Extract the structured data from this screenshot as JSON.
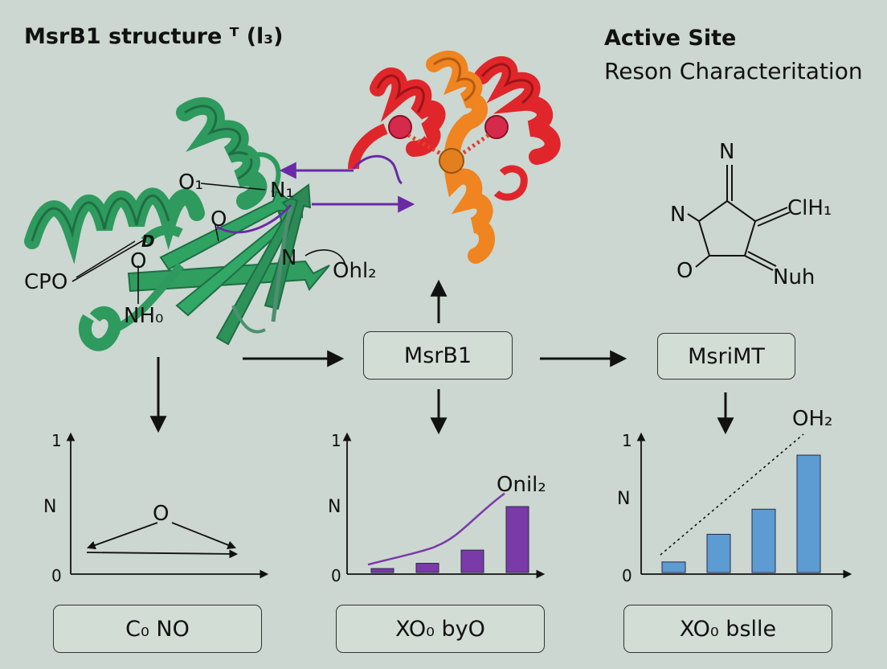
{
  "header": {
    "left_title": "MsrB1 structure ᵀ (l₃)",
    "right_title": "Active Site",
    "right_subtitle": "Reson Characteritation"
  },
  "structure_labels": {
    "o1": "O₁",
    "n1": "N₁",
    "o2": "O",
    "d": "D",
    "o3": "O",
    "cpo": "CPO",
    "nh0": "NH₀",
    "n2": "N",
    "ohl2": "Ohl₂"
  },
  "molecule": {
    "n_top": "N",
    "n_left": "N",
    "clh1": "ClH₁",
    "o": "O",
    "nuh": "Nuh"
  },
  "boxes": {
    "center": "MsrB1",
    "right": "MsriMT",
    "bottom_left": "C₀ NO",
    "bottom_center": "XO₀ byO",
    "bottom_right": "XO₀ bslle"
  },
  "colors": {
    "background": "#cbd7d0",
    "protein_green": "#2e9a5e",
    "helix_red": "#e0262a",
    "helix_orange": "#ef8420",
    "purple": "#6a2aa6",
    "bar_purple": "#7a3aa8",
    "bar_blue": "#5d9bd3"
  },
  "chart_data": [
    {
      "type": "line",
      "ylabel": "N",
      "y_ticks": [
        "1",
        "0"
      ],
      "annotation": "O",
      "series": []
    },
    {
      "type": "bar",
      "ylabel": "N",
      "y_ticks": [
        "1",
        "0"
      ],
      "ylim": [
        0,
        1
      ],
      "values": [
        0.03,
        0.07,
        0.17,
        0.5
      ],
      "line_label": "Onil₂",
      "line": [
        0.06,
        0.2,
        0.6
      ],
      "bar_color": "#7a3aa8"
    },
    {
      "type": "bar",
      "ylabel": "N",
      "y_ticks": [
        "1",
        "0"
      ],
      "ylim": [
        0,
        1
      ],
      "values": [
        0.08,
        0.29,
        0.48,
        0.89
      ],
      "line_label": "OH₂",
      "bar_color": "#5d9bd3"
    }
  ]
}
